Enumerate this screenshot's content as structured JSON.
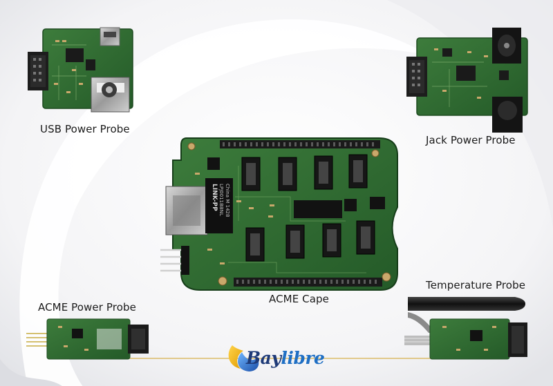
{
  "labels": {
    "usb_power_probe": "USB Power Probe",
    "jack_power_probe": "Jack Power Probe",
    "acme_cape": "ACME Cape",
    "acme_power_probe": "ACME Power Probe",
    "temperature_probe": "Temperature Probe"
  },
  "brand": {
    "part1": "Bay",
    "part2": "libre"
  },
  "chip_marking": {
    "line1": "LINK-PP",
    "line2": "LPJ0011BBNL",
    "line3": "China M 1428"
  },
  "colors": {
    "pcb_green": "#2f6b32",
    "pcb_dark": "#1f4a22",
    "connector_black": "#222222",
    "brand_blue": "#1e3a78",
    "brand_yellow": "#f2b400"
  }
}
